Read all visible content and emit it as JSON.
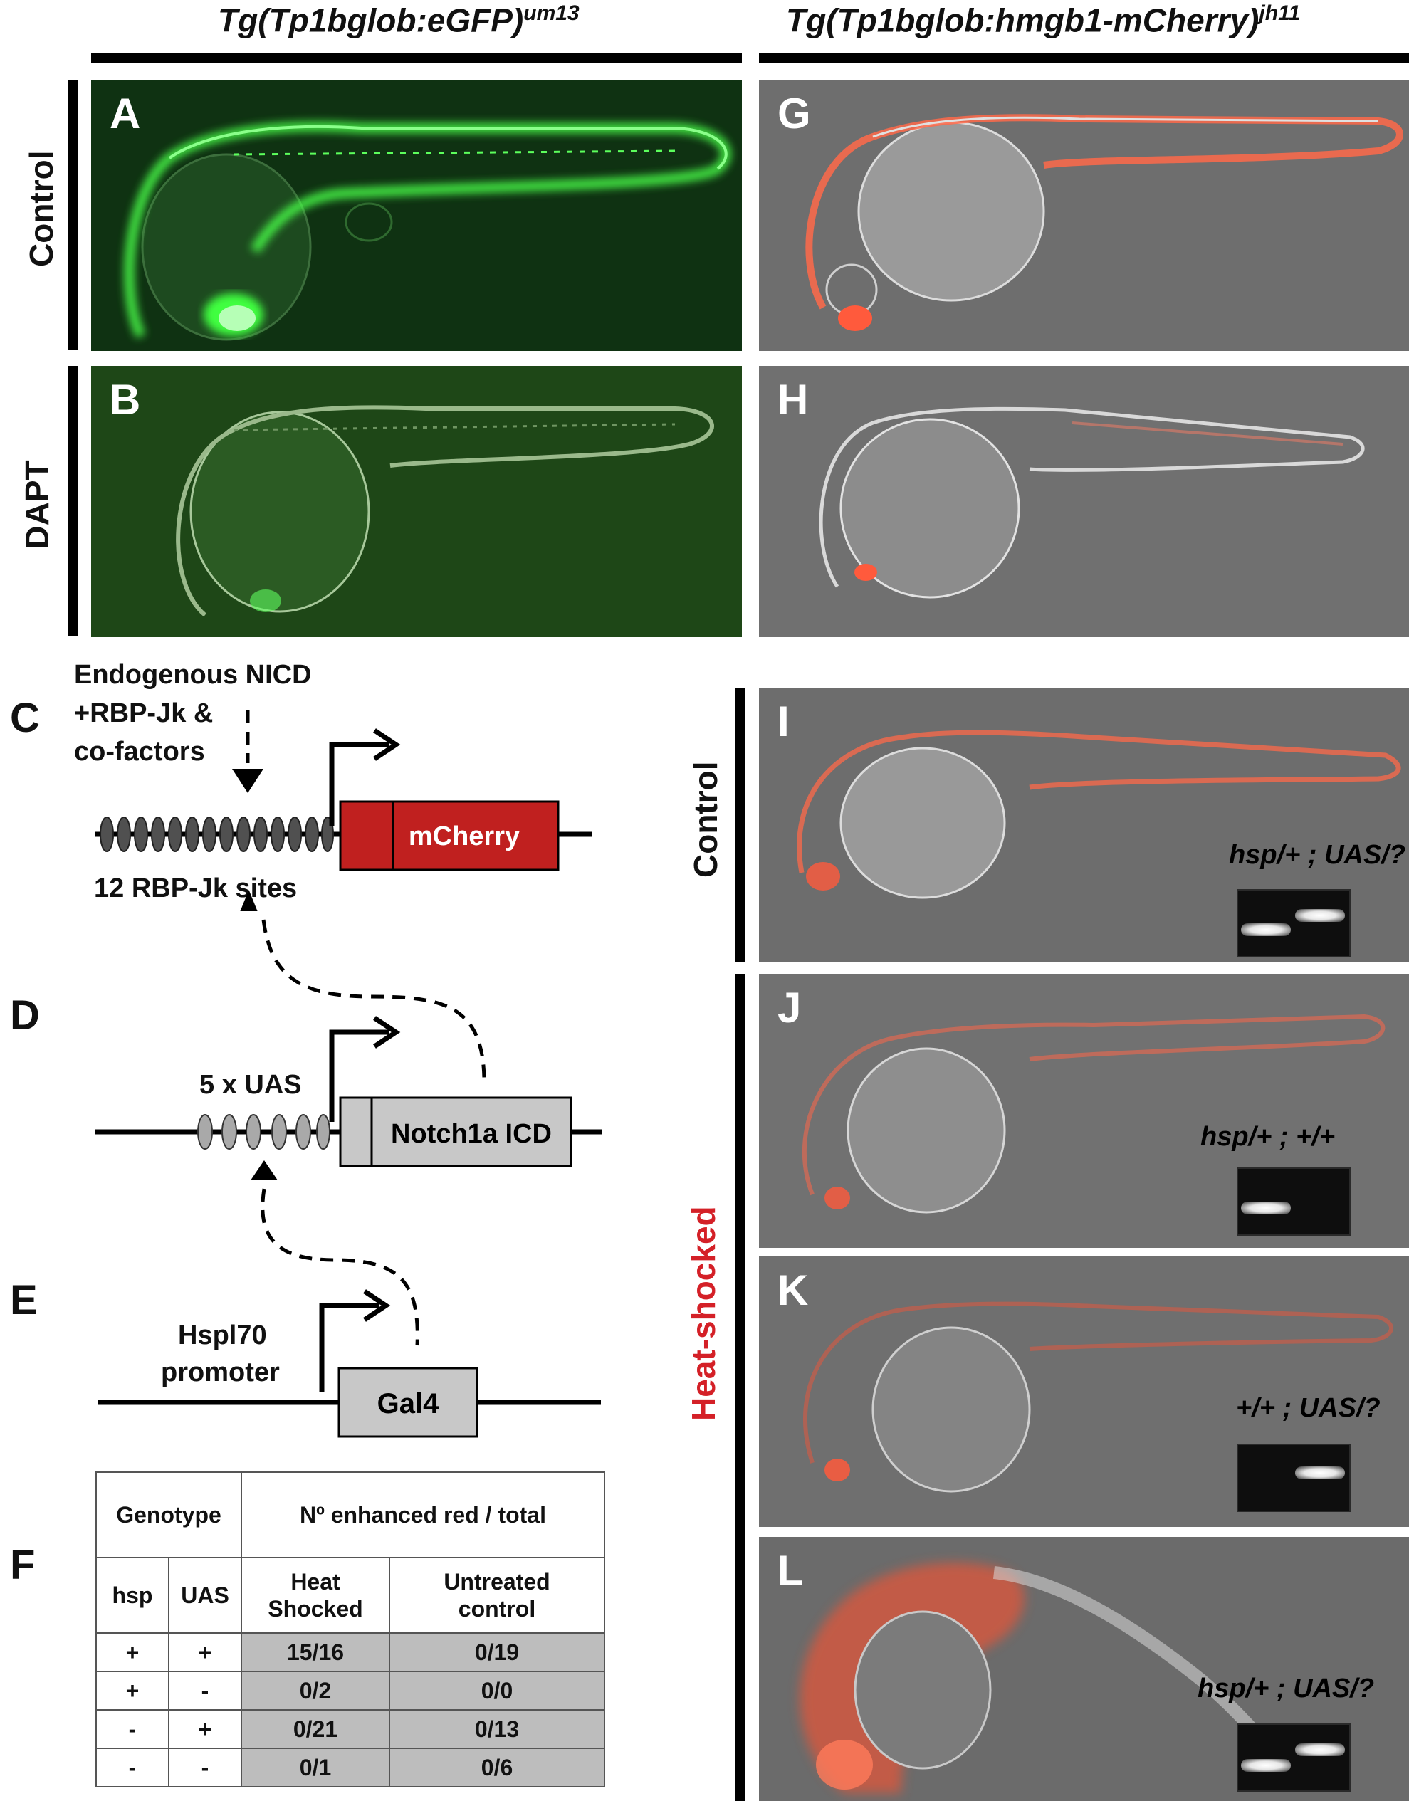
{
  "headers": {
    "left_main": "Tg(Tp1bglob:eGFP)",
    "left_sup": "um13",
    "right_main": "Tg(Tp1bglob:hmgb1-mCherry)",
    "right_sup": "jh11"
  },
  "row_labels": {
    "control": "Control",
    "dapt": "DAPT",
    "control2": "Control",
    "heat": "Heat-shocked"
  },
  "panels": {
    "A": "A",
    "B": "B",
    "G": "G",
    "H": "H",
    "I": "I",
    "J": "J",
    "K": "K",
    "L": "L",
    "C": "C",
    "D": "D",
    "E": "E",
    "F": "F"
  },
  "genotypes": {
    "I": "hsp/+ ; UAS/?",
    "J": "hsp/+ ; +/+",
    "K": "+/+ ; UAS/?",
    "L": "hsp/+ ; UAS/?"
  },
  "diagram": {
    "c_top_1": "Endogenous NICD",
    "c_top_2": "+RBP-Jk &",
    "c_top_3": "co-factors",
    "c_box": "mCherry",
    "c_sites": "12 RBP-Jk sites",
    "d_uas": "5 x UAS",
    "d_box": "Notch1a ICD",
    "e_prom_1": "Hspl70",
    "e_prom_2": "promoter",
    "e_box": "Gal4"
  },
  "table": {
    "genotype": "Genotype",
    "enhanced": "Nº enhanced red / total",
    "hsp": "hsp",
    "uas": "UAS",
    "heat_1": "Heat",
    "heat_2": "Shocked",
    "untreated_1": "Untreated",
    "untreated_2": "control",
    "rows": [
      {
        "hsp": "+",
        "uas": "+",
        "heat": "15/16",
        "untreated": "0/19"
      },
      {
        "hsp": "+",
        "uas": "-",
        "heat": "0/2",
        "untreated": "0/0"
      },
      {
        "hsp": "-",
        "uas": "+",
        "heat": "0/21",
        "untreated": "0/13"
      },
      {
        "hsp": "-",
        "uas": "-",
        "heat": "0/1",
        "untreated": "0/6"
      }
    ]
  },
  "colors": {
    "heat_label": "#d42027",
    "gfp": "#3aff3a",
    "mcherry": "#ff5a3c",
    "mcherry_box": "#c0201f"
  }
}
